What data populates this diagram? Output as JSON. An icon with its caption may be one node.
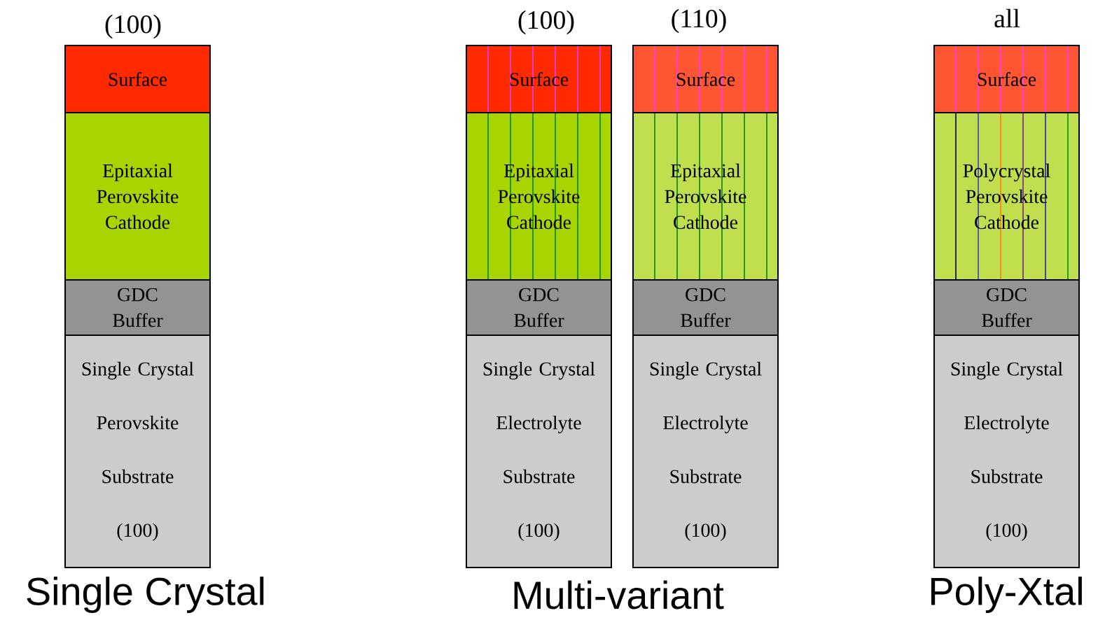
{
  "diagram": {
    "nodes": [
      {
        "text": [
          "Surface"
        ]
      },
      {
        "text": [
          "Epitaxial Perovskite Cathode"
        ]
      },
      {
        "text": [
          "GDC Buffer"
        ]
      },
      {
        "text": [
          "Single Crystal",
          "Perovskite",
          "Substrate",
          "(100)"
        ]
      },
      {
        "text": [
          "Surface"
        ]
      },
      {
        "text": [
          "Epitaxial Perovskite Cathode"
        ]
      },
      {
        "text": [
          "GDC Buffer"
        ]
      },
      {
        "text": [
          "Single Crystal",
          "Electrolyte",
          "Substrate",
          "(100)"
        ]
      },
      {
        "text": [
          "Surface"
        ]
      },
      {
        "text": [
          "Epitaxial Perovskite Cathode"
        ]
      },
      {
        "text": [
          "GDC Buffer"
        ]
      },
      {
        "text": [
          "Single Crystal",
          "Electrolyte",
          "Substrate",
          "(100)"
        ]
      },
      {
        "text": [
          "Surface"
        ]
      },
      {
        "text": [
          "Polycrystal Perovskite Cathode"
        ]
      },
      {
        "text": [
          "GDC Buffer"
        ]
      },
      {
        "text": [
          "Single Crystal",
          "Electrolyte",
          "Substrate",
          "(100)"
        ]
      }
    ],
    "labels": [
      "(100)",
      "(100)",
      "(110)",
      "all",
      "Single Crystal",
      "Multi-variant",
      "Poly-Xtal"
    ]
  }
}
